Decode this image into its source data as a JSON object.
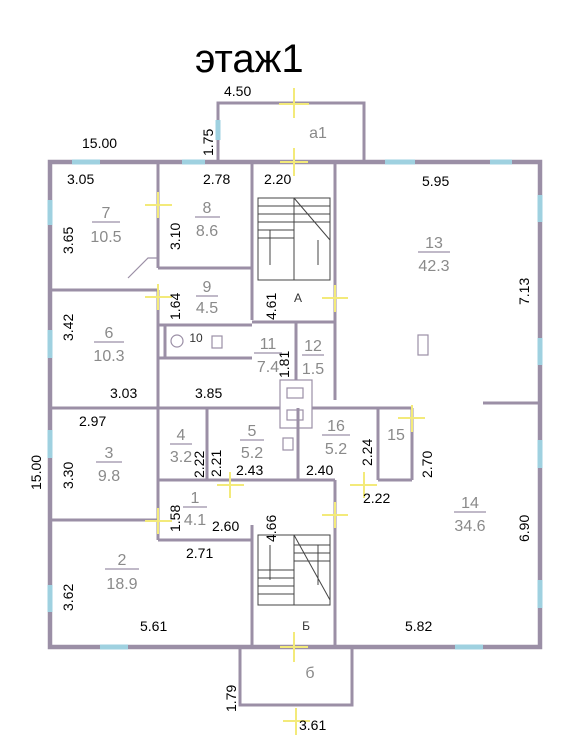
{
  "title": "этаж1",
  "dimensions": {
    "porch_top_width": "4.50",
    "porch_top_depth": "1.75",
    "overall_top_width": "15.00",
    "overall_left_height": "15.00",
    "r7_width": "3.05",
    "r8_width": "2.78",
    "stair_a_width": "2.20",
    "r13_width": "5.95",
    "r7_height": "3.65",
    "r8_height": "3.10",
    "r13_height": "7.13",
    "r9_height": "1.64",
    "stair_a_height": "4.61",
    "r6_height": "3.42",
    "r12_height": "1.81",
    "r6_width": "3.03",
    "r11_width": "3.85",
    "r3_width": "2.97",
    "r3_height": "3.30",
    "r4_height": "2.22",
    "r4_width": "2.21",
    "r5_width": "2.43",
    "r16_height": "2.24",
    "r16_width": "2.40",
    "r15_height": "2.70",
    "r15_width": "2.22",
    "r1_height": "1.58",
    "r1_width": "2.60",
    "stair_b_height": "4.66",
    "r2_width_top": "2.71",
    "r14_height": "6.90",
    "r2_height": "3.62",
    "r2_width": "5.61",
    "r14_width": "5.82",
    "porch_bottom_depth": "1.79",
    "porch_bottom_width": "3.61"
  },
  "rooms": [
    {
      "num": "7",
      "area": "10.5"
    },
    {
      "num": "8",
      "area": "8.6"
    },
    {
      "num": "9",
      "area": "4.5"
    },
    {
      "num": "10",
      "area": ""
    },
    {
      "num": "11",
      "area": "7.4"
    },
    {
      "num": "12",
      "area": "1.5"
    },
    {
      "num": "13",
      "area": "42.3"
    },
    {
      "num": "6",
      "area": "10.3"
    },
    {
      "num": "3",
      "area": "9.8"
    },
    {
      "num": "4",
      "area": "3.2"
    },
    {
      "num": "5",
      "area": "5.2"
    },
    {
      "num": "16",
      "area": "5.2"
    },
    {
      "num": "15",
      "area": ""
    },
    {
      "num": "14",
      "area": "34.6"
    },
    {
      "num": "1",
      "area": "4.1"
    },
    {
      "num": "2",
      "area": "18.9"
    }
  ],
  "labels": {
    "porch_top": "а1",
    "porch_bottom": "б",
    "stair_a": "А",
    "stair_b": "Б"
  }
}
